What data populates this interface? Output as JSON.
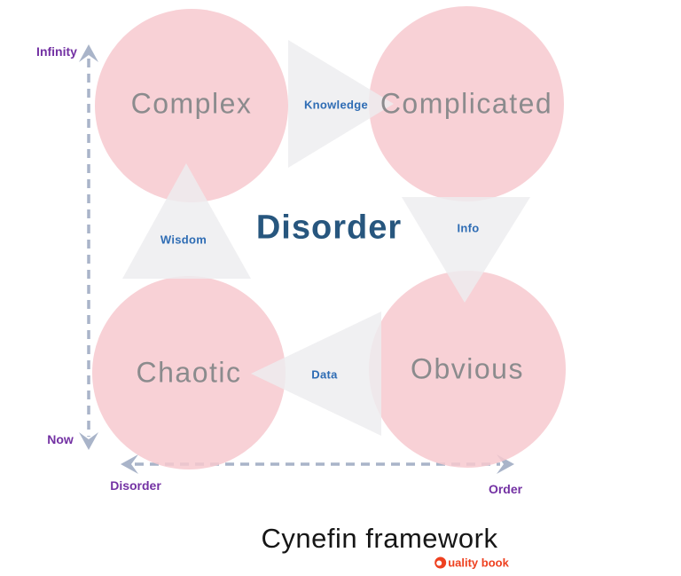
{
  "title": "Cynefin framework",
  "brand": {
    "icon": "quality-book-q-icon",
    "text": "uality book"
  },
  "center": {
    "label": "Disorder"
  },
  "quadrants": [
    {
      "id": "complex",
      "label": "Complex"
    },
    {
      "id": "complicated",
      "label": "Complicated"
    },
    {
      "id": "chaotic",
      "label": "Chaotic"
    },
    {
      "id": "obvious",
      "label": "Obvious"
    }
  ],
  "flows": [
    {
      "id": "knowledge",
      "label": "Knowledge",
      "direction": "right"
    },
    {
      "id": "wisdom",
      "label": "Wisdom",
      "direction": "up"
    },
    {
      "id": "info",
      "label": "Info",
      "direction": "down"
    },
    {
      "id": "data",
      "label": "Data",
      "direction": "left"
    }
  ],
  "axes": {
    "y_top_label": "Infinity",
    "y_bottom_label": "Now",
    "x_left_label": "Disorder",
    "x_right_label": "Order"
  },
  "colors": {
    "circle-pink": "#f7c9cf",
    "triangle-gray": "#ededef",
    "quadrant-text": "#8b8b8d",
    "flow-blue": "#2e6cb4",
    "center-navy": "#27567e",
    "axis-purple": "#7331a3",
    "axis-line": "#a9b4c9",
    "title-color": "#161616",
    "brand-orange": "#ee401f"
  }
}
